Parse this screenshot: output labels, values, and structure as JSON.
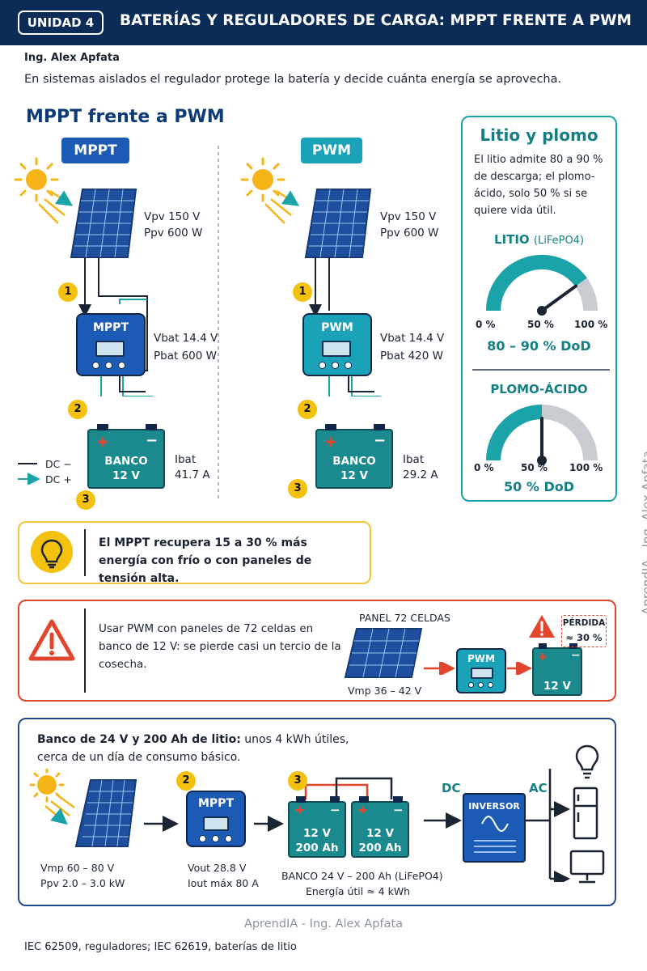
{
  "header": {
    "unit": "UNIDAD 4",
    "title": "BATERÍAS Y REGULADORES DE CARGA: MPPT FRENTE A PWM"
  },
  "author": "Ing. Alex Apfata",
  "intro": "En sistemas aislados el regulador protege la batería y decide cuánta energía se aprovecha.",
  "comparison": {
    "title": "MPPT frente a PWM",
    "mppt": {
      "badge": "MPPT",
      "controller": "MPPT",
      "vpv": "Vpv 150 V",
      "ppv": "Ppv 600 W",
      "vbat": "Vbat 14.4 V",
      "pbat": "Pbat 600 W",
      "battery_label": "BANCO",
      "battery_voltage": "12 V",
      "ibat_label": "Ibat",
      "ibat_value": "41.7 A"
    },
    "pwm": {
      "badge": "PWM",
      "controller": "PWM",
      "vpv": "Vpv 150 V",
      "ppv": "Ppv 600 W",
      "vbat": "Vbat 14.4 V",
      "pbat": "Pbat 420 W",
      "battery_label": "BANCO",
      "battery_voltage": "12 V",
      "ibat_label": "Ibat",
      "ibat_value": "29.2 A"
    },
    "steps": [
      "1",
      "2",
      "3"
    ],
    "legend": {
      "dc_minus": "DC −",
      "dc_plus": "DC +"
    }
  },
  "side": {
    "title": "Litio y plomo",
    "text": "El litio admite 80 a 90 % de descarga; el plomo-ácido, solo 50 % si se quiere vida útil.",
    "lithium": {
      "title": "LITIO",
      "subtitle": "(LiFePO4)",
      "result": "80 – 90 % DoD",
      "needle_percent": 80
    },
    "lead": {
      "title": "PLOMO-ÁCIDO",
      "result": "50 % DoD",
      "needle_percent": 50
    },
    "ticks": [
      "0 %",
      "50 %",
      "100 %"
    ]
  },
  "tip": {
    "text": "El MPPT recupera 15 a 30 % más energía con frío o con paneles de tensión alta."
  },
  "warning": {
    "text": "Usar PWM con paneles de 72 celdas en banco de 12 V: se pierde casi un tercio de la cosecha.",
    "panel_label": "PANEL 72 CELDAS",
    "vmp": "Vmp  36 – 42 V",
    "controller": "PWM",
    "battery": "12 V",
    "loss_label": "PÉRDIDA",
    "loss_value": "≈ 30 %"
  },
  "bank": {
    "title_bold": "Banco de 24 V y 200 Ah de litio:",
    "title_rest": " unos 4 kWh útiles,",
    "title_line2": "cerca de un día de consumo básico.",
    "vmp": "Vmp  60 – 80 V",
    "ppv": "Ppv  2.0 – 3.0 kW",
    "controller": "MPPT",
    "vout": "Vout  28.8 V",
    "iout": "Iout máx 80 A",
    "battery_voltage": "12 V",
    "battery_capacity": "200 Ah",
    "bank_label": "BANCO 24 V – 200 Ah (LiFePO4)",
    "bank_energy": "Energía útil ≈ 4 kWh",
    "inverter": "INVERSOR",
    "dc": "DC",
    "ac": "AC",
    "step_mppt": "2",
    "step_bank": "3"
  },
  "footer": {
    "brand": "AprendIA - Ing. Alex Apfata",
    "reference": "IEC 62509, reguladores; IEC 62619, baterías de litio",
    "vertical_brand": "AprendIA - Ing. Alex Apfata"
  }
}
